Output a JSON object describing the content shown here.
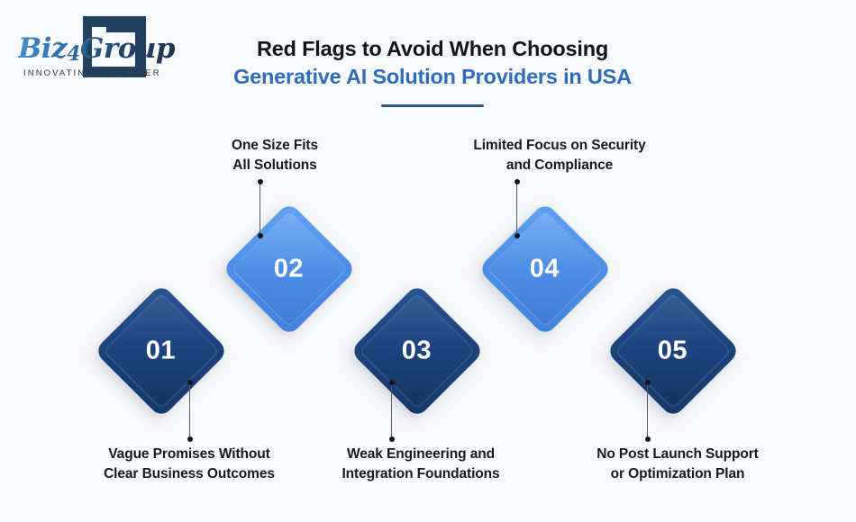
{
  "background_color": "#f8f9fb",
  "brand": {
    "name": "Biz4Group",
    "name_part1": "Biz",
    "name_part2": "4",
    "name_part3": "Group",
    "tagline": "INNOVATING TOGETHER",
    "mark": "bracket-square-icon",
    "mark_color": "#21405f",
    "word_color": "#2f6fae"
  },
  "header": {
    "title_line1": "Red Flags to Avoid When Choosing",
    "title_line2": "Generative AI Solution Providers in USA",
    "title_line1_color": "#111418",
    "title_line2_color": "#2f6cbf",
    "divider_color": "#2d5a85"
  },
  "infographic": {
    "type": "zigzag-diamond-list",
    "accent_dark": "#1d4480",
    "accent_light": "#4e90e8",
    "connector_color": "#5a5f66",
    "items": [
      {
        "number": "01",
        "style": "dark",
        "position": "bottom",
        "label_line1": "Vague Promises Without",
        "label_line2": "Clear Business Outcomes"
      },
      {
        "number": "02",
        "style": "light",
        "position": "top",
        "label_line1": "One Size Fits",
        "label_line2": "All Solutions"
      },
      {
        "number": "03",
        "style": "dark",
        "position": "bottom",
        "label_line1": "Weak Engineering and",
        "label_line2": "Integration Foundations"
      },
      {
        "number": "04",
        "style": "light",
        "position": "top",
        "label_line1": "Limited Focus on Security",
        "label_line2": "and Compliance"
      },
      {
        "number": "05",
        "style": "dark",
        "position": "bottom",
        "label_line1": "No Post Launch Support",
        "label_line2": "or Optimization Plan"
      }
    ]
  }
}
